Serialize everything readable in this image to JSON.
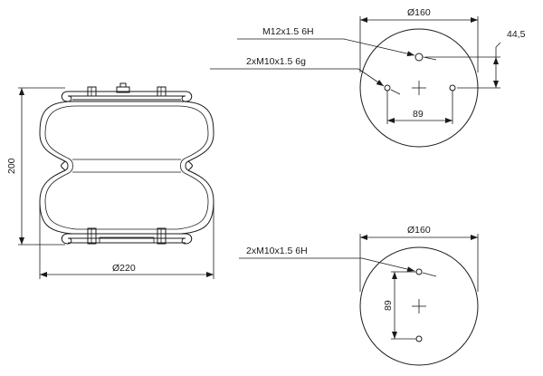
{
  "side_view": {
    "height_label": "200",
    "diameter_label": "Ø220"
  },
  "top_plate": {
    "diameter_label": "Ø160",
    "offset_label": "44,5",
    "center_thread_label": "M12x1.5 6H",
    "stud_thread_label": "2xM10x1.5 6g",
    "spacing_label": "89"
  },
  "bottom_plate": {
    "diameter_label": "Ø160",
    "thread_label": "2xM10x1.5 6H",
    "spacing_label": "89"
  }
}
